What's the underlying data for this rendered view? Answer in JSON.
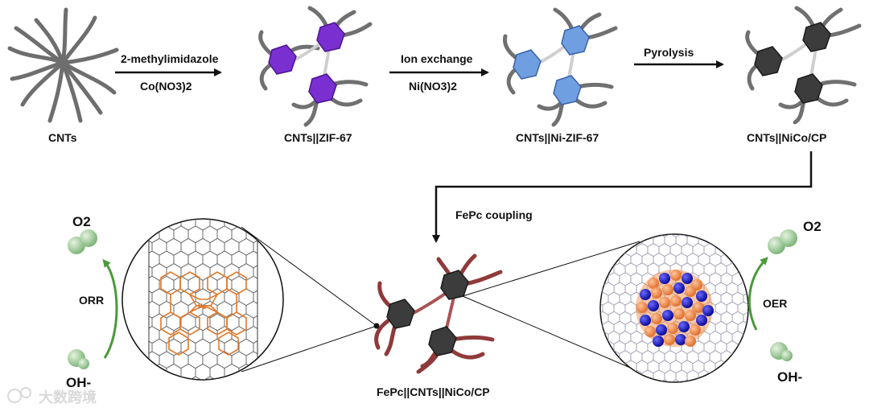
{
  "labels": {
    "cnts": "CNTs",
    "zif67": "CNTs||ZIF-67",
    "nizif67": "CNTs||Ni-ZIF-67",
    "nicocp": "CNTs||NiCo/CP",
    "final": "FePc||CNTs||NiCo/CP"
  },
  "steps": {
    "step1_top": "2-methylimidazole",
    "step1_bottom": "Co(NO3)2",
    "step2_top": "Ion exchange",
    "step2_bottom": "Ni(NO3)2",
    "step3_top": "Pyrolysis",
    "coupling": "FePc coupling"
  },
  "reactions": {
    "orr": "ORR",
    "orr_product": "O2",
    "orr_reactant": "OH-",
    "oer": "OER",
    "oer_product": "O2",
    "oer_reactant": "OH-"
  },
  "watermark": "大数跨境",
  "colors": {
    "zif67": "#7a2fd1",
    "nizif67": "#6f9fe0",
    "carbon_particle": "#3c3c3c",
    "tube_gray": "#7a7a7a",
    "tube_red": "#8f3a3a",
    "fepc_orange": "#e0782a",
    "oxygen_green": "#8cc28c",
    "cobalt_blue": "#1a1ad0",
    "nickel_orange": "#f09050"
  }
}
